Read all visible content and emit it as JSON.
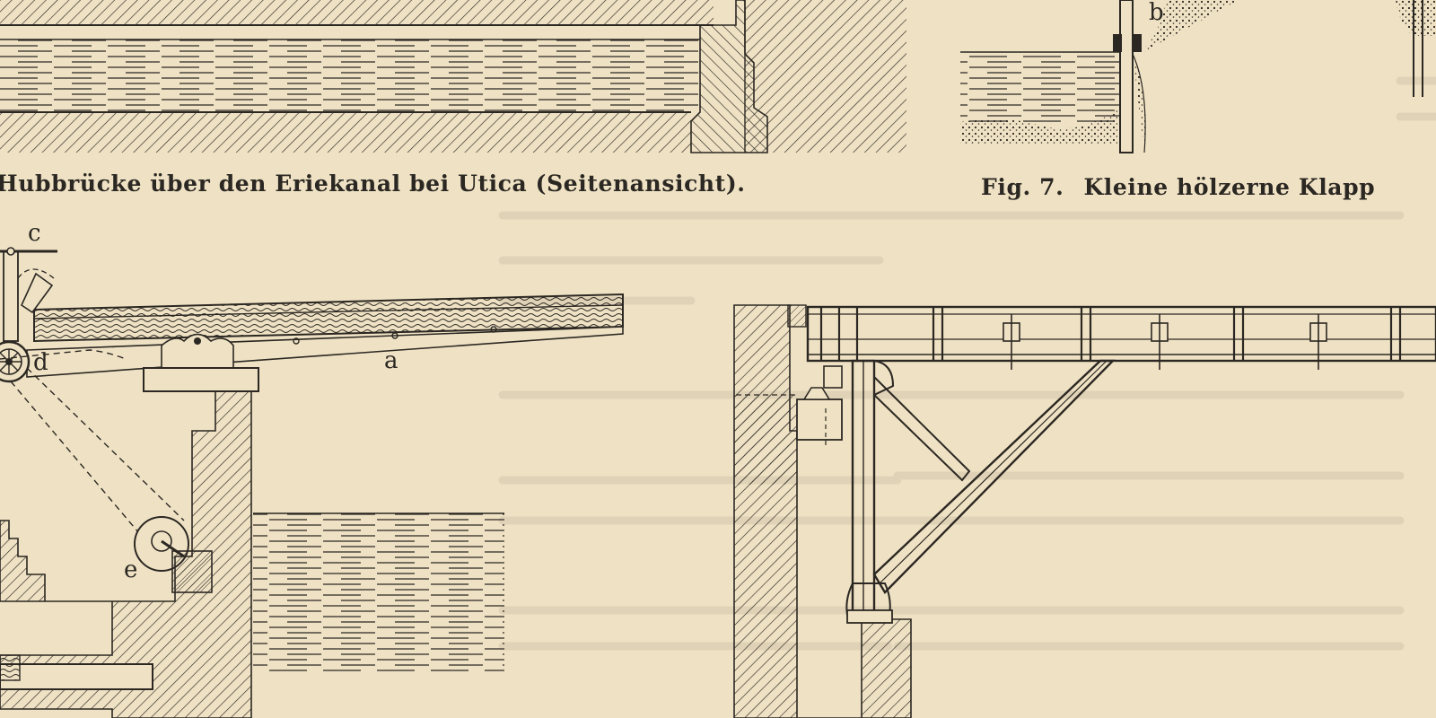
{
  "captions": {
    "left": "Hubbrücke über den Eriekanal bei Utica (Seitenansicht).",
    "right_fig_number": "Fig. 7.",
    "right_title": "Kleine hölzerne Klapp"
  },
  "labels": {
    "a": "a",
    "b": "b",
    "c": "c",
    "d": "d",
    "e": "e"
  },
  "colors": {
    "paper": "#efe2c4",
    "ink": "#2b2722"
  }
}
